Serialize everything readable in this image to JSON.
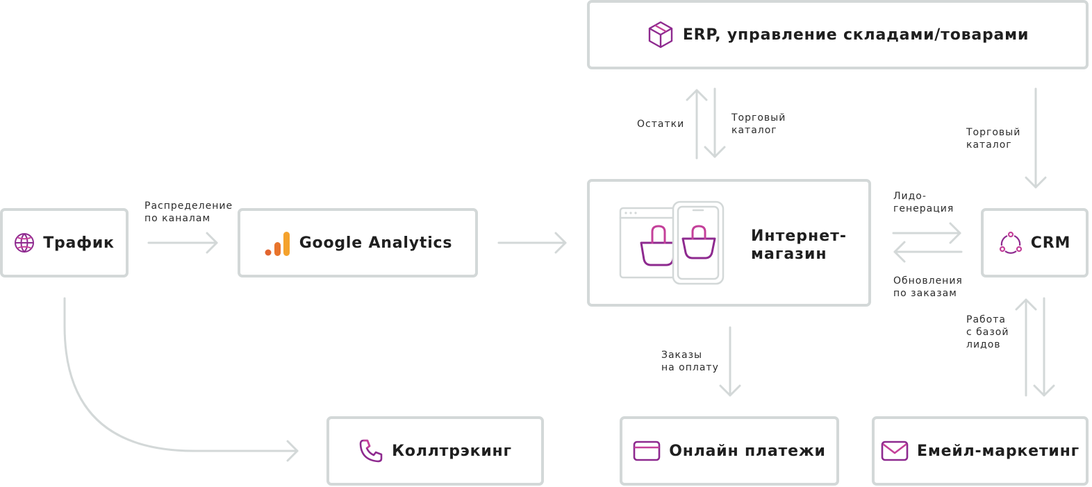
{
  "nodes": {
    "traffic": {
      "label": "Трафик",
      "icon": "globe-icon"
    },
    "analytics": {
      "label": "Google Analytics",
      "icon": "analytics-bars-icon"
    },
    "shop": {
      "label": "Интернет-\nмагазин",
      "icon": "shop-devices-icon"
    },
    "erp": {
      "label": "ERP, управление складами/товарами",
      "icon": "box-icon"
    },
    "crm": {
      "label": "CRM",
      "icon": "cycle-icon"
    },
    "calltracking": {
      "label": "Коллтрэкинг",
      "icon": "phone-icon"
    },
    "payments": {
      "label": "Онлайн платежи",
      "icon": "card-icon"
    },
    "email": {
      "label": "Емейл-маркетинг",
      "icon": "mail-icon"
    }
  },
  "edges": {
    "traffic_to_analytics": "Распределение\nпо каналам",
    "shop_to_erp": "Остатки",
    "erp_to_shop": "Торговый\nкаталог",
    "erp_to_crm": "Торговый\nкаталог",
    "shop_to_crm": "Лидо-\nгенерация",
    "crm_to_shop": "Обновления\nпо заказам",
    "shop_to_payments": "Заказы\nна оплату",
    "crm_email": "Работа\nс базой\nлидов"
  },
  "colors": {
    "node_border": "#d3d8d8",
    "connector": "#d3d8d8",
    "accent_purple": "#8e2a8f",
    "accent_pink": "#c4409a",
    "analytics_orange": "#f4a22d",
    "analytics_dark_orange": "#e2652f"
  }
}
